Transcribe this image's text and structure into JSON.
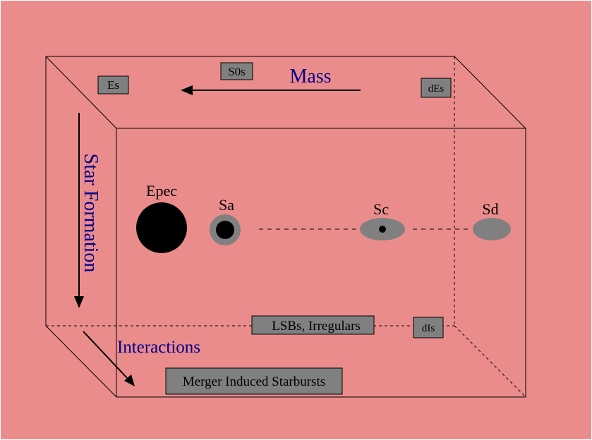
{
  "diagram": {
    "background_color": "#eb8c8c",
    "ink_color": "#000000",
    "accent_color": "#00008b",
    "box_fill_color": "#808080",
    "axes": {
      "mass": "Mass",
      "star_formation": "Star Formation",
      "interactions": "Interactions"
    },
    "boxes": {
      "es": "Es",
      "s0s": "S0s",
      "des": "dEs",
      "lsbs_irregulars": "LSBs, Irregulars",
      "dis": "dIs",
      "merger": "Merger Induced Starbursts"
    },
    "galaxies": {
      "epec": "Epec",
      "sa": "Sa",
      "sc": "Sc",
      "sd": "Sd"
    }
  }
}
